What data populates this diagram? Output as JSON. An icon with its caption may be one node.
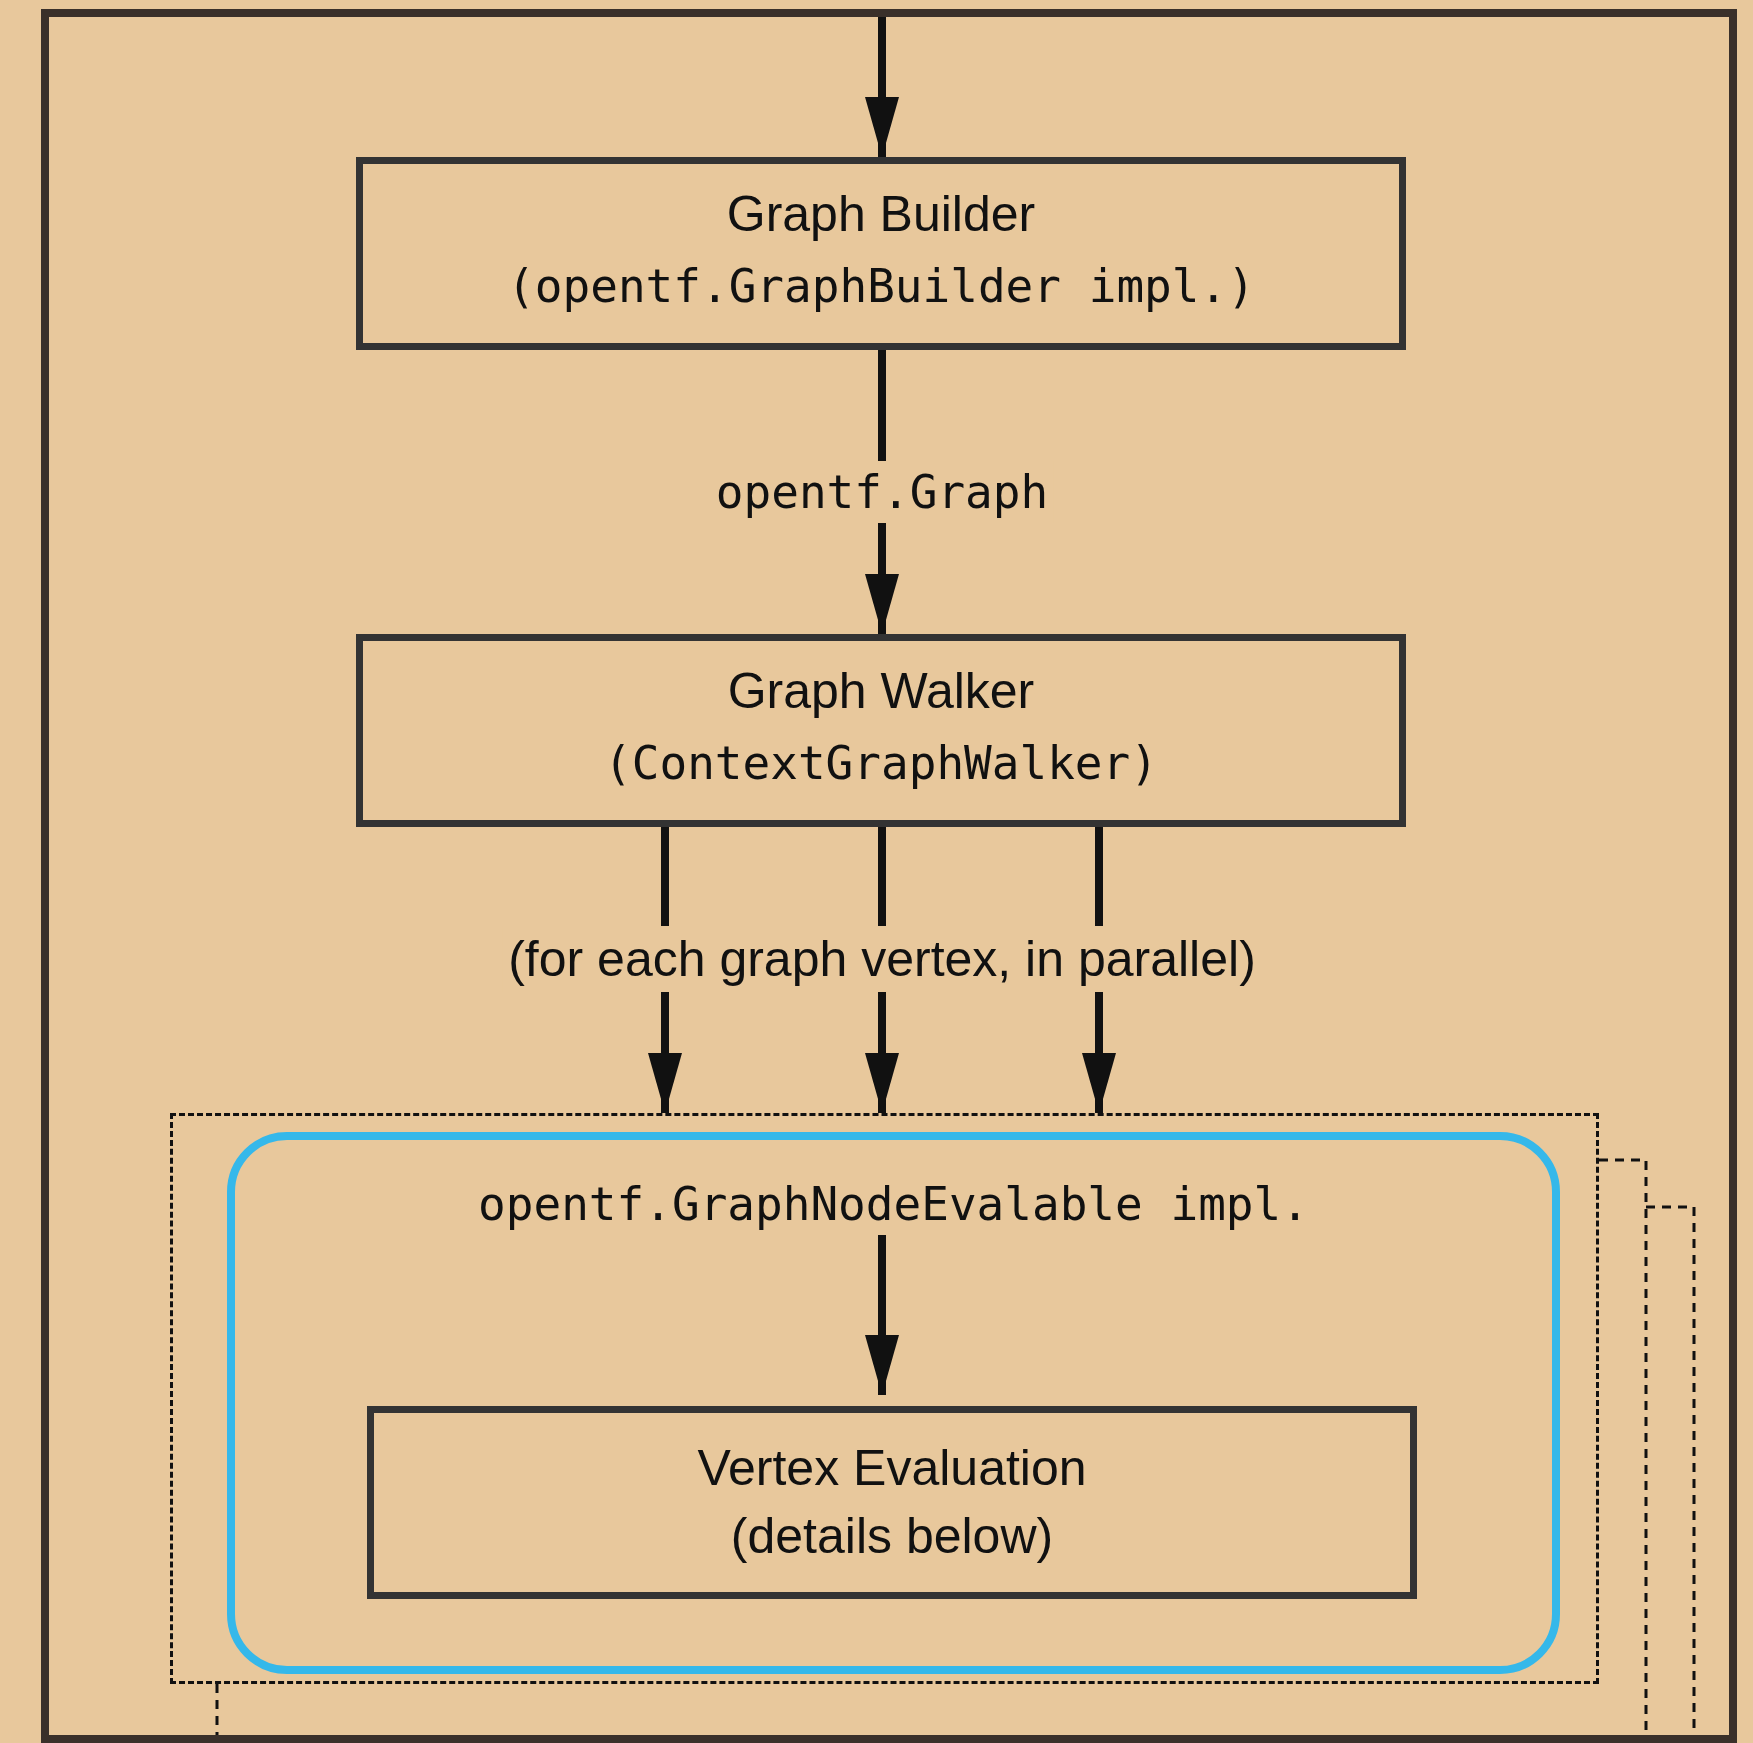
{
  "diagram": {
    "nodes": [
      {
        "text": [
          "Graph Builder",
          "(opentf.GraphBuilder impl.)"
        ]
      },
      {
        "text": [
          "Graph Walker",
          "(ContextGraphWalker)"
        ]
      },
      {
        "text": [],
        "shape": "box"
      },
      {
        "text": [
          "opentf.GraphNodeEvalable impl."
        ],
        "in": 2
      },
      {
        "text": [
          "Vertex Evaluation (details below)"
        ],
        "in": 3
      }
    ],
    "edges": [
      {
        "from": null,
        "to": 0,
        "arrow": "to"
      },
      {
        "from": 0,
        "to": 1,
        "arrow": "to",
        "label": "opentf.Graph"
      },
      {
        "from": 1,
        "to": 2,
        "arrow": "to"
      },
      {
        "from": 1,
        "to": 2,
        "arrow": "to",
        "label": "(for each graph vertex, in parallel)"
      },
      {
        "from": 1,
        "to": 2,
        "arrow": "to"
      },
      {
        "from": 3,
        "to": 4,
        "arrow": "to"
      }
    ]
  }
}
